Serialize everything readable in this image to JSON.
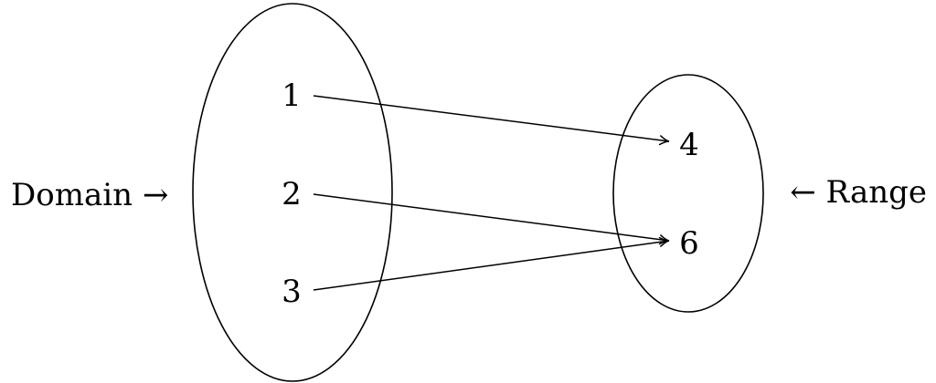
{
  "labels": {
    "domain": "Domain →",
    "range": "← Range"
  },
  "domain_set": {
    "elements": [
      "1",
      "2",
      "3"
    ]
  },
  "range_set": {
    "elements": [
      "4",
      "6"
    ]
  },
  "mapping": [
    {
      "from": "1",
      "to": "4"
    },
    {
      "from": "2",
      "to": "6"
    },
    {
      "from": "3",
      "to": "6"
    }
  ]
}
